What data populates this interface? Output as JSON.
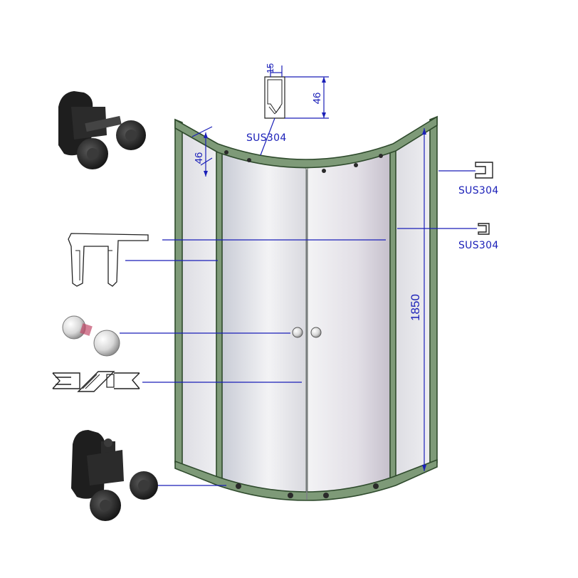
{
  "dimensions": {
    "frame_depth": "46",
    "profile_depth": "46",
    "profile_width": "15",
    "height": "1850"
  },
  "materials": {
    "top_profile": "SUS304",
    "side_profile_1": "SUS304",
    "side_profile_2": "SUS304"
  },
  "colors": {
    "frame": "#7e9a78",
    "frame_edge": "#2e4a2c",
    "annotation": "#1a1fb8",
    "hardware": "#1b1b1b"
  },
  "parts": [
    {
      "name": "upper-roller-icon"
    },
    {
      "name": "u-channel-profile-icon"
    },
    {
      "name": "glass-knob-icon"
    },
    {
      "name": "magnetic-seal-strip-icon"
    },
    {
      "name": "lower-roller-icon"
    }
  ]
}
